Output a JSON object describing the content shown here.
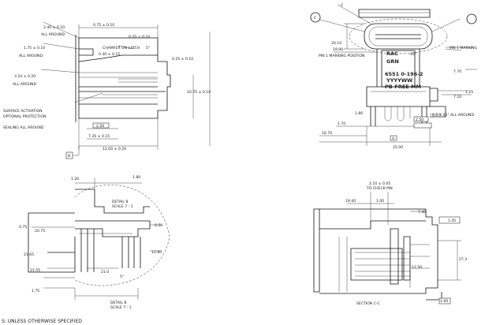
{
  "sheet": {
    "note": "S: UNLESS OTHERWISE SPECIFIED"
  },
  "top_left_view": {
    "dims": {
      "d1": "2.40 ± 0.10",
      "d2": "1.75 ± 0.10",
      "d3": "0.20 ± 0.10",
      "d4": "0.75 ± 0.10",
      "d5": "0.30 ± 0.15",
      "d6": "7.35 ± 0.15",
      "d7": "0.25 ± 0.10",
      "d8": "10.70 ± 0.10",
      "d9": "12.00 ± 0.20",
      "d10": "2.50",
      "d11": "3.24 ± 0.20",
      "d12": "5°"
    },
    "notes": {
      "n1": "ALL AROUND",
      "n2": "ALL AROUND",
      "n3": "ALL AROUND",
      "n4": "CHAMFER ON LATCH",
      "n5": "SURFACE ACTIVATION",
      "n6": "OPTIONAL PROTECTION",
      "n7": "SEALING ALL AROUND"
    },
    "datum": "B"
  },
  "top_right_view": {
    "callout_circle": "C",
    "part_number": "6551 0-196-2",
    "marking_1": "RAC",
    "marking_2": "GRN",
    "marking_3": "YYYYWW",
    "marking_4": "PB-FREE MM",
    "notes": {
      "n1": "PIN 1 MARKING",
      "n2": "PIN 1 MARKING POSITION",
      "n3": "0.5 X 45° ALL AROUND"
    },
    "dims": {
      "d1": "20.10",
      "d2": "19.90",
      "d3": "1.25",
      "d4": "1.70",
      "d5": "1.80",
      "d6": "7.70",
      "d7": "2.50",
      "d8": "25.00",
      "d9": "16.70",
      "d10": "7.10"
    },
    "datums": [
      "A",
      "C"
    ],
    "angle": "45°"
  },
  "bottom_left_view": {
    "dims": {
      "d1": "1.80",
      "d2": "1.20",
      "d3": "0.50",
      "d4": "0.75",
      "d5": "20.75",
      "d6": "21.65",
      "d7": "12.80",
      "d8": "21.55",
      "d9": "21.0",
      "d10": "1.75",
      "d11": "5°"
    },
    "detail_1": "DETAIL B",
    "detail_2": "SCALE 7 : 1",
    "detail_3": "DETAIL B",
    "detail_4": "SCALE 7 : 1"
  },
  "bottom_right_view": {
    "dims": {
      "d1": "2.10 ± 0.05",
      "d2": "TO CHECK PIN",
      "d3": "19.40",
      "d4": "1.00",
      "d5": "7.40",
      "d6": "1.45",
      "d7": "27.3",
      "d8": "11.50",
      "d9": "1.00"
    },
    "section_label": "SECTION C-C"
  }
}
